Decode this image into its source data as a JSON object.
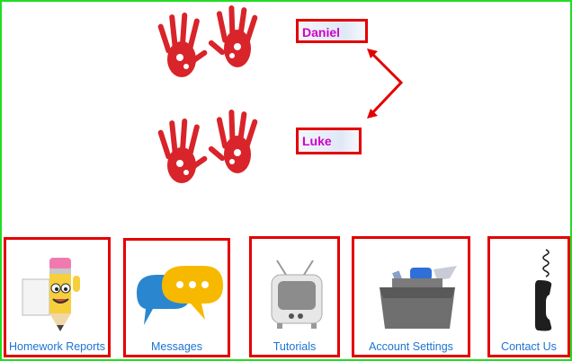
{
  "students": [
    {
      "name": "Daniel"
    },
    {
      "name": "Luke"
    }
  ],
  "menu": [
    {
      "label": "Homework Reports",
      "icon": "pencil-character-icon"
    },
    {
      "label": "Messages",
      "icon": "chat-bubbles-icon"
    },
    {
      "label": "Tutorials",
      "icon": "tv-icon"
    },
    {
      "label": "Account Settings",
      "icon": "toolbox-icon"
    },
    {
      "label": "Contact Us",
      "icon": "telephone-icon"
    }
  ],
  "colors": {
    "frame": "#22dd22",
    "border": "#e30000",
    "name_text": "#d100c8",
    "label_text": "#1c74d2",
    "hand_print": "#d8242a"
  }
}
